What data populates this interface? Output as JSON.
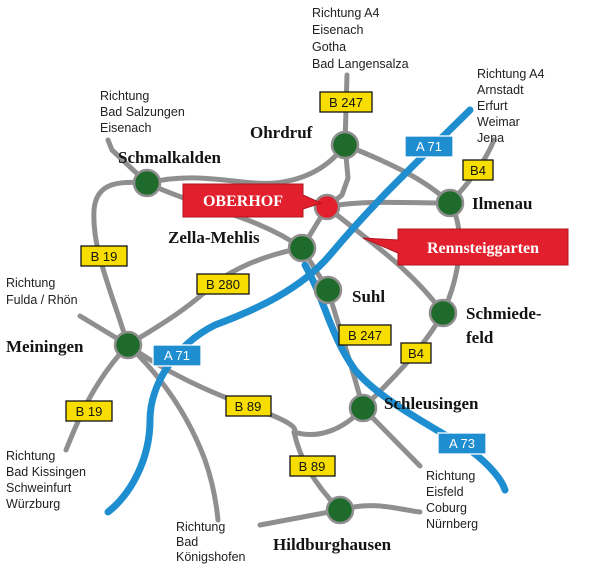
{
  "title": "",
  "destinations": {
    "north": [
      "Richtung A4",
      "Eisenach",
      "Gotha",
      "Bad Langensalza"
    ],
    "northwest": [
      "Richtung",
      "Bad Salzungen",
      "Eisenach"
    ],
    "northeast": [
      "Richtung A4",
      "Arnstadt",
      "Erfurt",
      "Weimar",
      "Jena"
    ],
    "west": [
      "Richtung",
      "Fulda / Rhön"
    ],
    "southwest": [
      "Richtung",
      "Bad Kissingen",
      "Schweinfurt",
      "Würzburg"
    ],
    "south": [
      "Richtung",
      "Bad",
      "Königshofen"
    ],
    "southeast": [
      "Richtung",
      "Eisfeld",
      "Coburg",
      "Nürnberg"
    ]
  },
  "towns": {
    "ohrdruf": "Ohrdruf",
    "schmalkalden": "Schmalkalden",
    "ilmenau": "Ilmenau",
    "zella_mehlis": "Zella-Mehlis",
    "suhl": "Suhl",
    "schmiedefeld_1": "Schmiede-",
    "schmiedefeld_2": "feld",
    "meiningen": "Meiningen",
    "schleusingen": "Schleusingen",
    "hildburghausen": "Hildburghausen"
  },
  "highlights": {
    "oberhof": "OBERHOF",
    "rennsteiggarten": "Rennsteiggarten"
  },
  "road_labels": {
    "b247_north": "B 247",
    "b4_north": "B4",
    "a71_north": "A 71",
    "b19_north": "B 19",
    "b280": "B 280",
    "a71_south": "A 71",
    "b247_south": "B 247",
    "b4_south": "B4",
    "b19_south": "B 19",
    "b89_west": "B 89",
    "b89_south": "B 89",
    "a73": "A 73"
  },
  "colors": {
    "autobahn": "#1f8ed0",
    "federal_road_shield": "#f7dd00",
    "town": "#1f6b2b",
    "highlight": "#e2202d",
    "road": "#8f8f8f"
  }
}
